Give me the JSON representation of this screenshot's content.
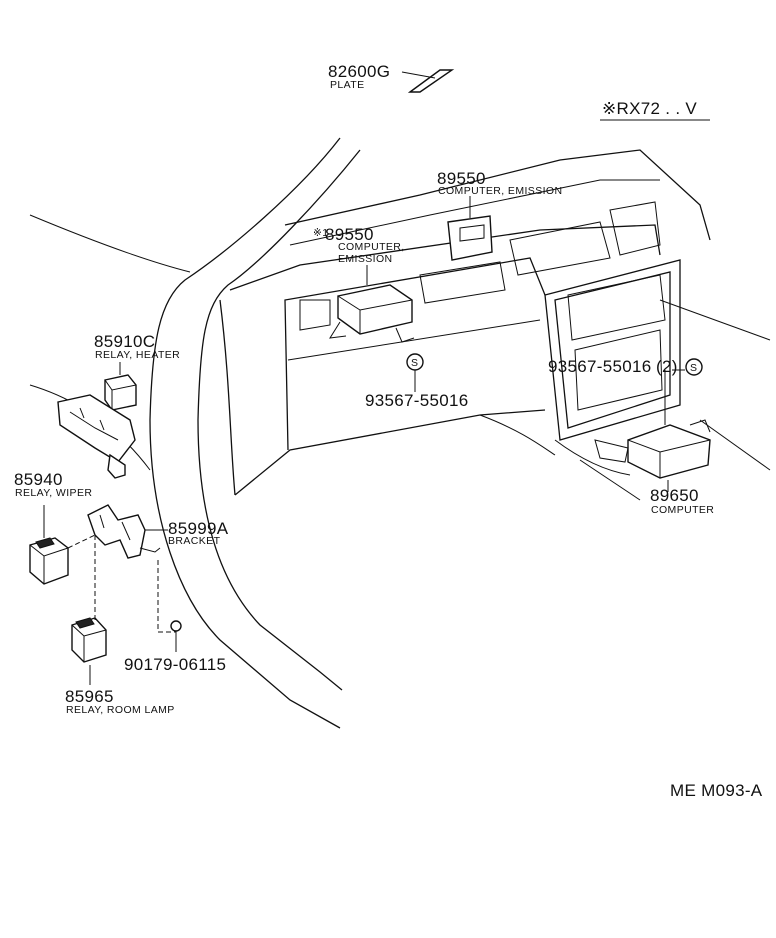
{
  "diagram": {
    "plate_num": "82600G",
    "plate_lbl": "PLATE",
    "model_code": "※RX72 . . V",
    "comp1_num": "89550",
    "comp1_lbl": "COMPUTER, EMISSION",
    "comp2_mark": "※1",
    "comp2_num": "89550",
    "comp2_lbl1": "COMPUTER,",
    "comp2_lbl2": "EMISSION",
    "heater_num": "85910C",
    "heater_lbl": "RELAY, HEATER",
    "screw_symbol": "S",
    "screw1_num": "93567-55016",
    "screw2_num": "93567-55016",
    "screw2_qty": "(2)",
    "wiper_num": "85940",
    "wiper_lbl": "RELAY, WIPER",
    "bracket_num": "85999A",
    "bracket_lbl": "BRACKET",
    "computer_num": "89650",
    "computer_lbl": "COMPUTER",
    "clip_num": "90179-06115",
    "roomlamp_num": "85965",
    "roomlamp_lbl": "RELAY, ROOM LAMP",
    "drawing_code": "ME M093-A"
  }
}
